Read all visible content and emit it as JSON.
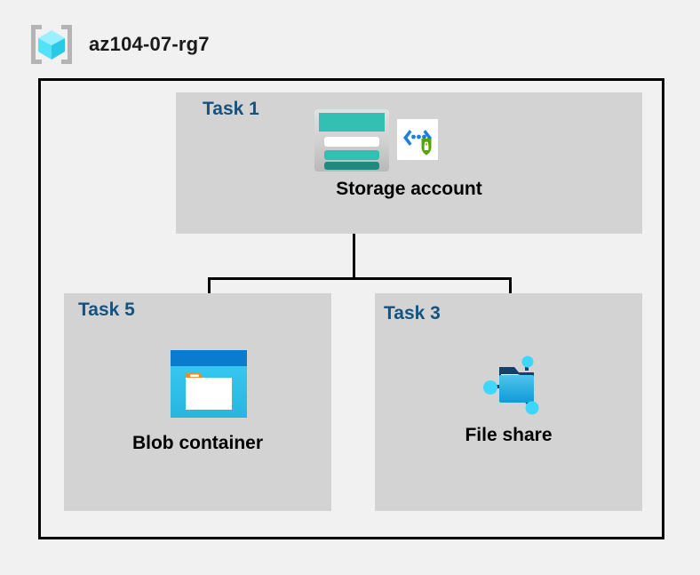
{
  "header": {
    "icon": "resource-group-icon",
    "title": "az104-07-rg7"
  },
  "diagram": {
    "type": "azure-architecture",
    "background_color": "#f1f1f1",
    "panel_color": "#d3d3d3",
    "border_color": "#000000",
    "task_label_color": "#15537e",
    "panels": [
      {
        "task_label": "Task 1",
        "caption": "Storage account",
        "icons": [
          "storage-account-icon",
          "key-vault-secure-endpoint-icon"
        ]
      },
      {
        "task_label": "Task 5",
        "caption": "Blob container",
        "icons": [
          "blob-container-icon"
        ]
      },
      {
        "task_label": "Task 3",
        "caption": "File share",
        "icons": [
          "file-share-icon"
        ]
      }
    ],
    "connections": [
      {
        "from": "Storage account",
        "to": "Blob container"
      },
      {
        "from": "Storage account",
        "to": "File share"
      }
    ]
  }
}
